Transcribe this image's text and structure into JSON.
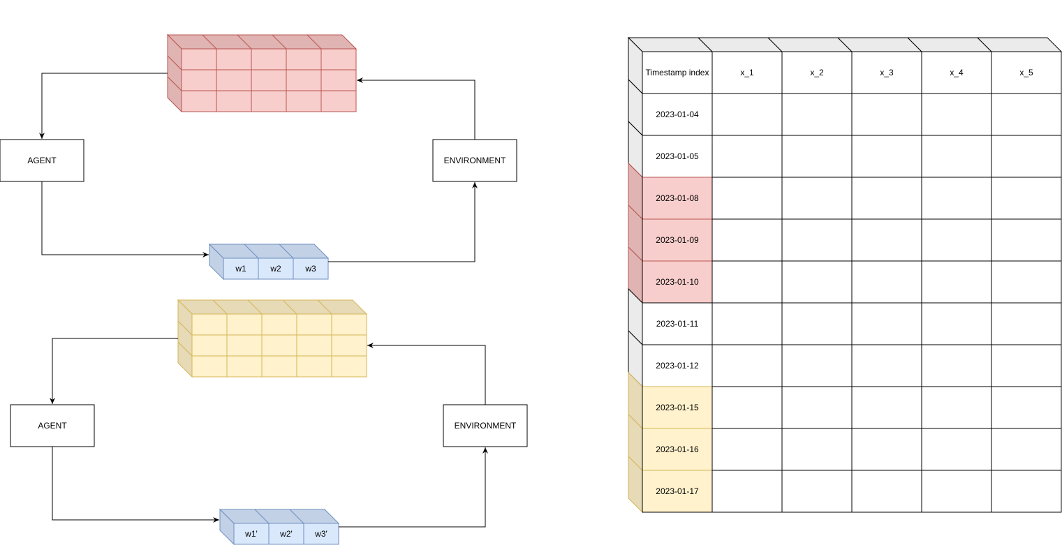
{
  "loops": [
    {
      "agent_label": "AGENT",
      "environment_label": "ENVIRONMENT",
      "state_block_color": {
        "front": "#f8cecc",
        "side": "#e0b4b2",
        "stroke": "#b85450"
      },
      "weights": [
        "w1",
        "w2",
        "w3"
      ]
    },
    {
      "agent_label": "AGENT",
      "environment_label": "ENVIRONMENT",
      "state_block_color": {
        "front": "#fff2cc",
        "side": "#e6dab7",
        "stroke": "#d6b656"
      },
      "weights": [
        "w1'",
        "w2'",
        "w3'"
      ]
    }
  ],
  "weight_color": {
    "front": "#dae8fc",
    "side": "#c3d1e6",
    "stroke": "#6c8ebf"
  },
  "table": {
    "headers": [
      "Timestamp index",
      "x_1",
      "x_2",
      "x_3",
      "x_4",
      "x_5"
    ],
    "rows": [
      {
        "date": "2023-01-04",
        "highlight": "none"
      },
      {
        "date": "2023-01-05",
        "highlight": "none"
      },
      {
        "date": "2023-01-08",
        "highlight": "red"
      },
      {
        "date": "2023-01-09",
        "highlight": "red"
      },
      {
        "date": "2023-01-10",
        "highlight": "red"
      },
      {
        "date": "2023-01-11",
        "highlight": "none"
      },
      {
        "date": "2023-01-12",
        "highlight": "none"
      },
      {
        "date": "2023-01-15",
        "highlight": "yellow"
      },
      {
        "date": "2023-01-16",
        "highlight": "yellow"
      },
      {
        "date": "2023-01-17",
        "highlight": "yellow"
      }
    ]
  }
}
